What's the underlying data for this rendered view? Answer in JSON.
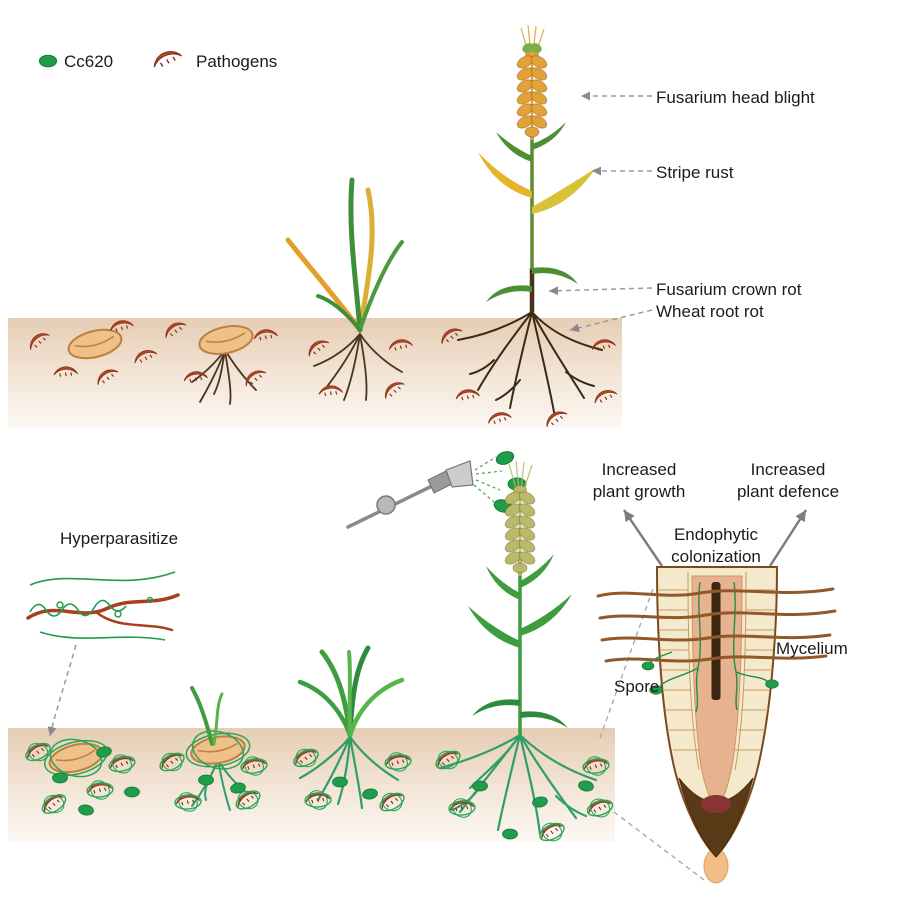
{
  "legend": {
    "cc620": "Cc620",
    "pathogens": "Pathogens"
  },
  "disease_labels": {
    "head_blight": "Fusarium head blight",
    "stripe_rust": "Stripe rust",
    "crown_rot": "Fusarium crown rot",
    "root_rot": "Wheat root rot"
  },
  "biocontrol_labels": {
    "hyperparasitize": "Hyperparasitize",
    "increased_plant_growth": "Increased\nplant growth",
    "increased_plant_defence": "Increased\nplant defence",
    "endophytic_colonization": "Endophytic\ncolonization",
    "mycelium": "Mycelium",
    "spore": "Spore"
  },
  "colors": {
    "cc620_green": "#1f9d4b",
    "pathogen_red": "#b04a28",
    "soil_tan": "#e6cdb4",
    "diseased_head_orange": "#e2a238",
    "healthy_head_green": "#b8b969",
    "diseased_leaf_yellow": "#e3b42c",
    "healthy_green": "#3f9d3f",
    "root_dark_brown": "#3a2a16",
    "healthy_root_green": "#2f9e68",
    "mycelium_brown": "#91592a",
    "arrow_gray": "#8a8a8a"
  }
}
